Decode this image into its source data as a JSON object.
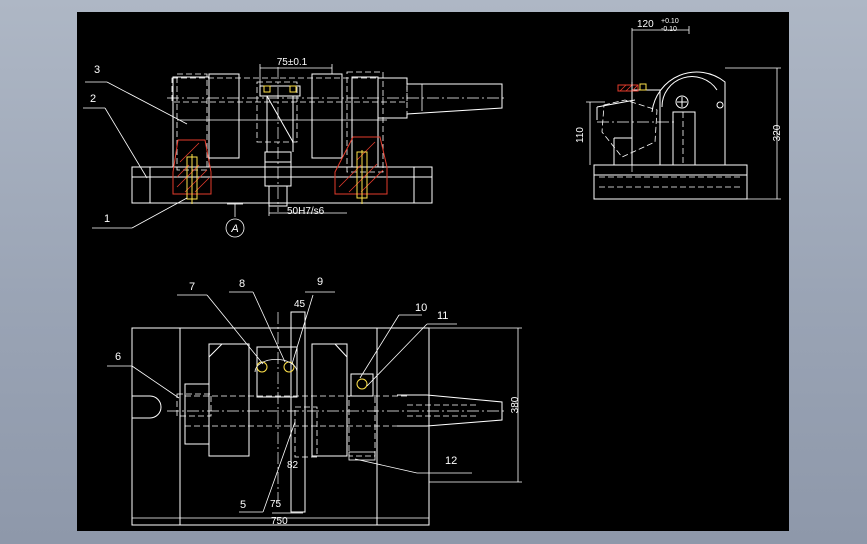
{
  "drawing": {
    "background": "#000000",
    "line_color": "#ffffff",
    "accent_red": "#e53b2c",
    "accent_yellow": "#ffe24a"
  },
  "front_view": {
    "dim_top": "75±0.1",
    "fit_label": "50H7/s6",
    "view_marker": "A",
    "balloons": [
      "3",
      "2",
      "1"
    ]
  },
  "side_view": {
    "dim_top_base": "120",
    "tol_upper": "+0.10",
    "tol_lower": "-0.10",
    "dim_height": "110",
    "dim_overall": "320"
  },
  "plan_view": {
    "balloons": [
      "6",
      "7",
      "8",
      "9",
      "10",
      "11",
      "12",
      "5"
    ],
    "dim_angle": "45",
    "dim_width": "380",
    "dim_82": "82",
    "dim_75": "75",
    "dim_length": "750"
  }
}
